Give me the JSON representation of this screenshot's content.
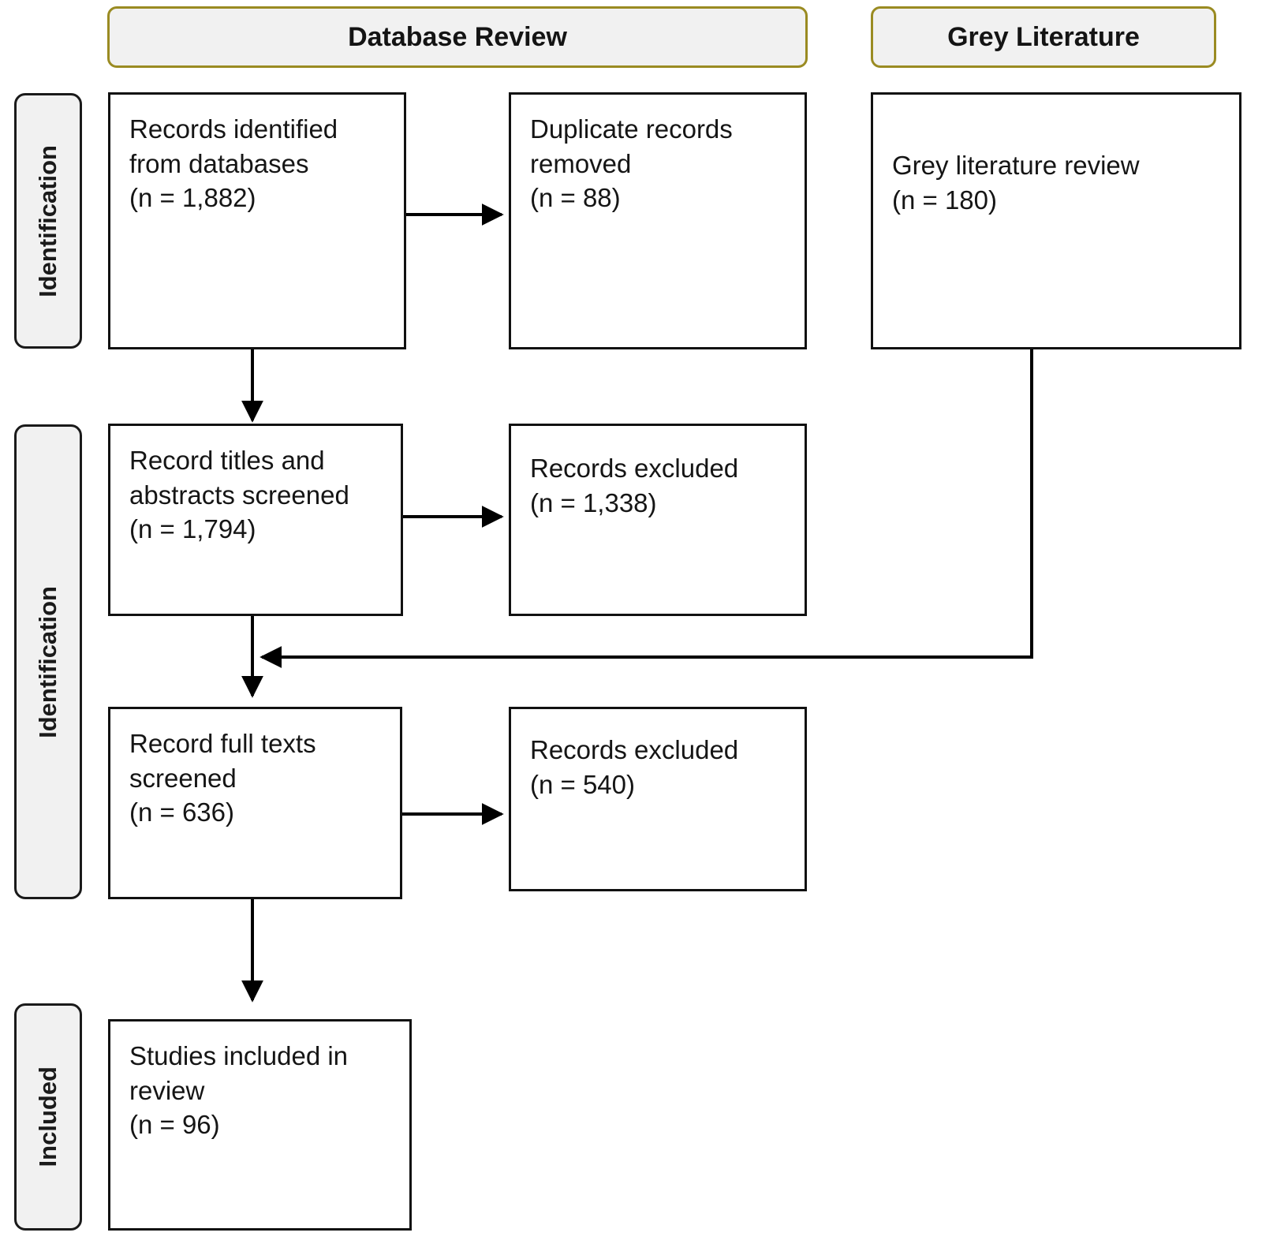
{
  "diagram": {
    "type": "prisma-flow-diagram",
    "title": "PRISMA study selection flow diagram",
    "colors": {
      "header_border": "#9a8b22",
      "pill_fill": "#f1f1f1",
      "box_border": "#111111",
      "box_fill": "#ffffff",
      "connector": "#000000",
      "text": "#151515"
    }
  },
  "column_headers": [
    {
      "id": "database-review",
      "label": "Database Review"
    },
    {
      "id": "grey-literature",
      "label": "Grey Literature"
    }
  ],
  "stages": [
    {
      "id": "identification-1",
      "label": "Identification"
    },
    {
      "id": "identification-2",
      "label": "Identification"
    },
    {
      "id": "included",
      "label": "Included"
    }
  ],
  "nodes": [
    {
      "id": "records-identified",
      "lines": [
        "Records identified",
        "from databases",
        "(n = 1,882)"
      ],
      "count_label": "(n = 1,882)",
      "count": 1882
    },
    {
      "id": "duplicates-removed",
      "lines": [
        "Duplicate records",
        "removed",
        "(n = 88)"
      ],
      "count_label": "(n = 88)",
      "count": 88
    },
    {
      "id": "grey-literature-review",
      "lines": [
        "Grey literature review",
        "(n = 180)"
      ],
      "count_label": "(n = 180)",
      "count": 180
    },
    {
      "id": "titles-abstracts-screened",
      "lines": [
        "Record titles and",
        "abstracts screened",
        "(n = 1,794)"
      ],
      "count_label": "(n = 1,794)",
      "count": 1794
    },
    {
      "id": "records-excluded-screening",
      "lines": [
        "Records excluded",
        "(n = 1,338)"
      ],
      "count_label": "(n = 1,338)",
      "count": 1338
    },
    {
      "id": "full-texts-screened",
      "lines": [
        "Record full texts",
        "screened",
        "(n = 636)"
      ],
      "count_label": "(n = 636)",
      "count": 636
    },
    {
      "id": "records-excluded-fulltext",
      "lines": [
        "Records excluded",
        "(n = 540)"
      ],
      "count_label": "(n = 540)",
      "count": 540
    },
    {
      "id": "studies-included",
      "lines": [
        "Studies included in",
        "review",
        "(n = 96)"
      ],
      "count_label": "(n = 96)",
      "count": 96
    }
  ],
  "connectors": [
    {
      "id": "identified-to-duplicates",
      "from": "records-identified",
      "to": "duplicates-removed",
      "direction": "right"
    },
    {
      "id": "identified-to-screened",
      "from": "records-identified",
      "to": "titles-abstracts-screened",
      "direction": "down"
    },
    {
      "id": "screened-to-excluded",
      "from": "titles-abstracts-screened",
      "to": "records-excluded-screening",
      "direction": "right"
    },
    {
      "id": "screened-to-fulltext",
      "from": "titles-abstracts-screened",
      "to": "full-texts-screened",
      "direction": "down"
    },
    {
      "id": "grey-to-fulltext",
      "from": "grey-literature-review",
      "to": "full-texts-screened",
      "direction": "left"
    },
    {
      "id": "fulltext-to-excluded",
      "from": "full-texts-screened",
      "to": "records-excluded-fulltext",
      "direction": "right"
    },
    {
      "id": "fulltext-to-included",
      "from": "full-texts-screened",
      "to": "studies-included",
      "direction": "down"
    }
  ]
}
